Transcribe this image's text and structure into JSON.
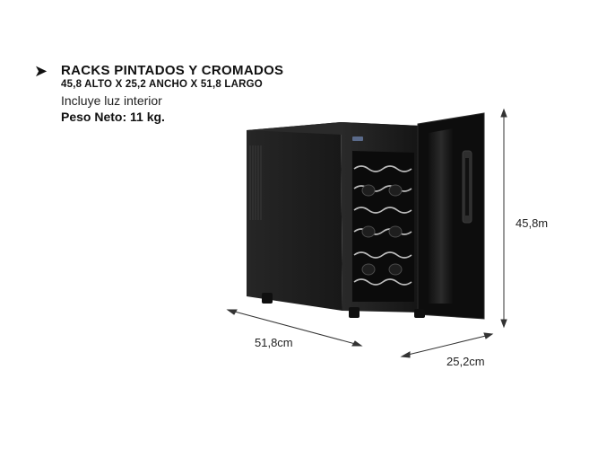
{
  "spec": {
    "title": "RACKS PINTADOS Y CROMADOS",
    "dimensions_line": "45,8 ALTO X 25,2 ANCHO X 51,8 LARGO",
    "feature": "Incluye luz interior",
    "net_weight": "Peso Neto: 11 kg."
  },
  "icons": {
    "bullet": "arrow-right-icon"
  },
  "dimensions": {
    "depth": "51,8cm",
    "width": "25,2cm",
    "height": "45,8m"
  },
  "product": {
    "bottles_visible": 6,
    "racks_visible": 6,
    "body_color": "#1a1a1a",
    "rack_color": "#bdbdbd"
  }
}
